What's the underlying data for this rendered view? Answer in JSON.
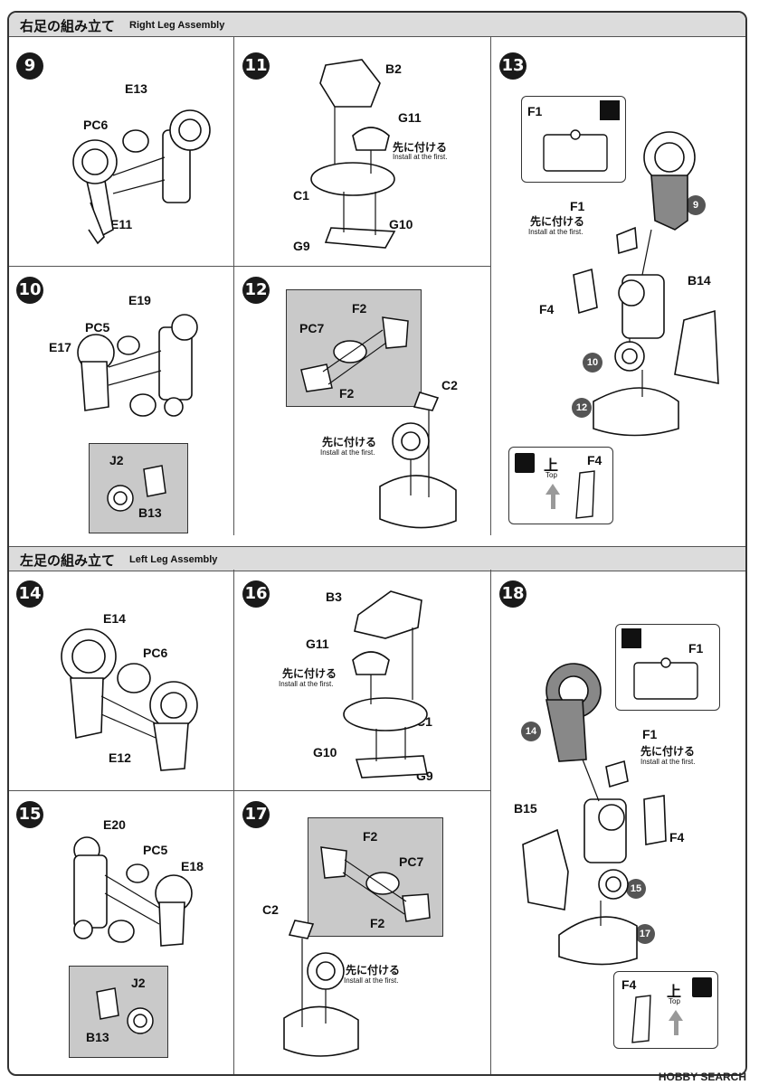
{
  "sections": {
    "right": {
      "title_jp": "右足の組み立て",
      "title_en": "Right Leg Assembly"
    },
    "left": {
      "title_jp": "左足の組み立て",
      "title_en": "Left Leg Assembly"
    }
  },
  "note": {
    "jp": "先に付ける",
    "en": "Install at the first."
  },
  "top_note": {
    "jp": "上",
    "en": "Top"
  },
  "steps": {
    "s9": {
      "num": "9",
      "parts": [
        "E13",
        "PC6",
        "E11"
      ]
    },
    "s10": {
      "num": "10",
      "parts": [
        "E19",
        "PC5",
        "E17",
        "J2",
        "B13"
      ]
    },
    "s11": {
      "num": "11",
      "parts": [
        "B2",
        "G11",
        "C1",
        "G10",
        "G9"
      ]
    },
    "s12": {
      "num": "12",
      "parts": [
        "F2",
        "PC7",
        "F2",
        "C2"
      ]
    },
    "s13": {
      "num": "13",
      "parts": [
        "F1",
        "F1",
        "F4",
        "B14",
        "F4"
      ],
      "subs": [
        "9",
        "10",
        "12"
      ]
    },
    "s14": {
      "num": "14",
      "parts": [
        "E14",
        "PC6",
        "E12"
      ]
    },
    "s15": {
      "num": "15",
      "parts": [
        "E20",
        "PC5",
        "E18",
        "J2",
        "B13"
      ]
    },
    "s16": {
      "num": "16",
      "parts": [
        "B3",
        "G11",
        "C1",
        "G10",
        "G9"
      ]
    },
    "s17": {
      "num": "17",
      "parts": [
        "F2",
        "PC7",
        "F2",
        "C2"
      ]
    },
    "s18": {
      "num": "18",
      "parts": [
        "F1",
        "F1",
        "F4",
        "B15",
        "F4"
      ],
      "subs": [
        "14",
        "15",
        "17"
      ]
    }
  },
  "watermark": "HOBBY SEARCH",
  "colors": {
    "ink": "#111111",
    "inset_gray": "#c9c9c9",
    "header_gray": "#dcdcdc"
  }
}
